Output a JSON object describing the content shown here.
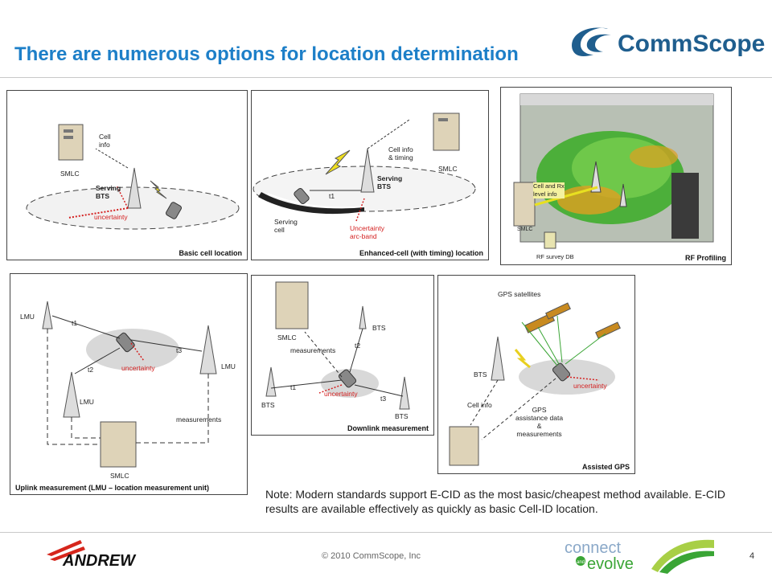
{
  "header": {
    "title": "There are numerous options for location determination",
    "logo_text": "CommScope"
  },
  "panels": {
    "basic": {
      "title": "Basic cell location",
      "labels": {
        "smlc": "SMLC",
        "cell_info": "Cell\ninfo",
        "serving_bts": "Serving\nBTS",
        "uncertainty": "uncertainty"
      }
    },
    "enhanced": {
      "title": "Enhanced-cell (with timing) location",
      "labels": {
        "cell_info_timing": "Cell info\n& timing",
        "smlc": "SMLC",
        "serving_bts": "Serving\nBTS",
        "t1": "t1",
        "serving_cell": "Serving\ncell",
        "uncertainty": "Uncertainty\narc-band"
      }
    },
    "rf": {
      "title": "RF Profiling",
      "labels": {
        "cell_rx": "Cell and Rx\nlevel info",
        "smlc": "SMLC",
        "survey_db": "RF survey DB"
      }
    },
    "uplink": {
      "title": "Uplink measurement (LMU – location measurement unit)",
      "labels": {
        "lmu1": "LMU",
        "lmu2": "LMU",
        "lmu3": "LMU",
        "t1": "t1",
        "t2": "t2",
        "t3": "t3",
        "uncertainty": "uncertainty",
        "measurements": "measurements",
        "smlc": "SMLC"
      }
    },
    "downlink": {
      "title": "Downlink measurement",
      "labels": {
        "smlc": "SMLC",
        "bts_top": "BTS",
        "measurements": "measurements",
        "t2": "t2",
        "bts_left": "BTS",
        "t1": "t1",
        "uncertainty": "uncertainty",
        "t3": "t3",
        "bts_right": "BTS"
      }
    },
    "agps": {
      "title": "Assisted GPS",
      "labels": {
        "gps_sat": "GPS satellites",
        "bts": "BTS",
        "uncertainty": "uncertainty",
        "cell_info": "Cell info",
        "assist": "GPS\nassistance data\n&\nmeasurements"
      }
    }
  },
  "note": "Note: Modern standards support E-CID as the most basic/cheapest method available. E-CID results are available effectively as quickly as basic Cell-ID location.",
  "footer": {
    "brand": "ANDREW",
    "copyright": "© 2010 CommScope, Inc",
    "page": "4",
    "event_top": "connect",
    "event_mid": "and",
    "event_bottom": "evolve"
  },
  "colors": {
    "title": "#1d7fc8",
    "logo": "#1f5e8e",
    "andrew_red": "#d6261c",
    "uncertainty_red": "#d42020",
    "evolve_green": "#3aa535"
  }
}
